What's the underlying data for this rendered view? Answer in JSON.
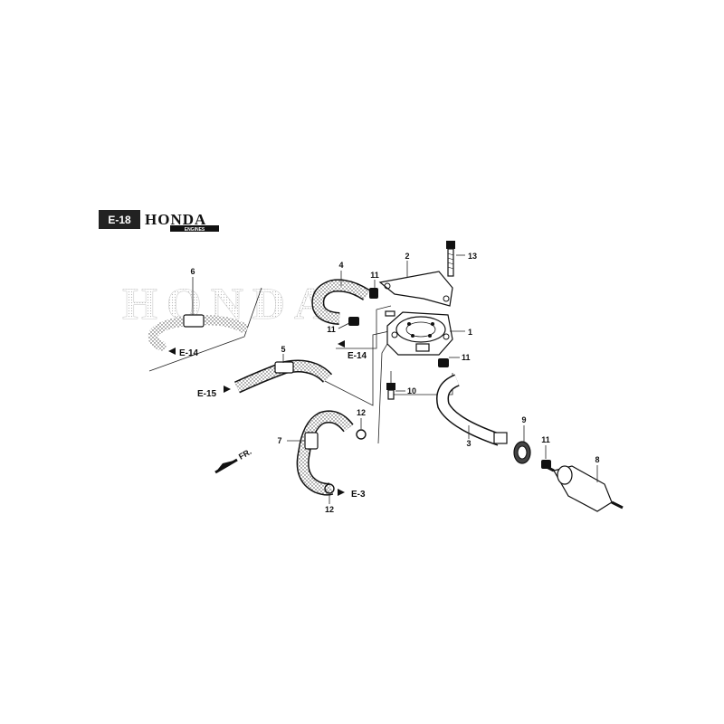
{
  "header": {
    "section_code": "E-18",
    "brand": "HONDA",
    "brand_sub": "ENGINES",
    "watermark": "HONDA"
  },
  "direction": {
    "label": "FR."
  },
  "callouts": [
    {
      "id": "c1",
      "text": "1"
    },
    {
      "id": "c2",
      "text": "2"
    },
    {
      "id": "c3",
      "text": "3"
    },
    {
      "id": "c4",
      "text": "4"
    },
    {
      "id": "c5",
      "text": "5"
    },
    {
      "id": "c6",
      "text": "6"
    },
    {
      "id": "c7",
      "text": "7"
    },
    {
      "id": "c8",
      "text": "8"
    },
    {
      "id": "c9",
      "text": "9"
    },
    {
      "id": "c10",
      "text": "10"
    },
    {
      "id": "c11a",
      "text": "11"
    },
    {
      "id": "c11b",
      "text": "11"
    },
    {
      "id": "c11c",
      "text": "11"
    },
    {
      "id": "c11d",
      "text": "11"
    },
    {
      "id": "c12a",
      "text": "12"
    },
    {
      "id": "c12b",
      "text": "12"
    },
    {
      "id": "c13",
      "text": "13"
    }
  ],
  "references": [
    {
      "id": "r1",
      "text": "E-14"
    },
    {
      "id": "r2",
      "text": "E-14"
    },
    {
      "id": "r3",
      "text": "E-15"
    },
    {
      "id": "r4",
      "text": "E-3"
    }
  ]
}
